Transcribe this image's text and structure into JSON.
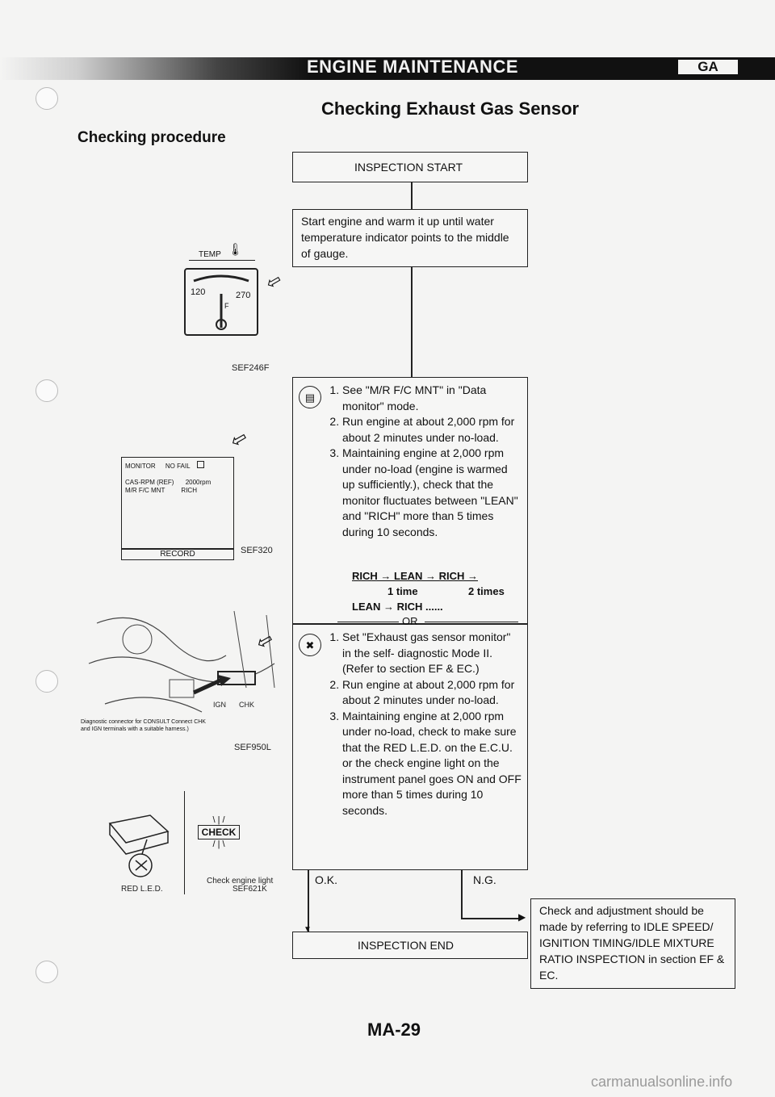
{
  "header": {
    "title": "ENGINE MAINTENANCE",
    "badge": "GA"
  },
  "section_title": "Checking Exhaust Gas Sensor",
  "subsection_title": "Checking procedure",
  "flow": {
    "start": "INSPECTION START",
    "warmup": "Start engine and warm it up until water temperature indicator points to the middle of gauge.",
    "consult_steps": [
      "See \"M/R F/C MNT\" in \"Data monitor\" mode.",
      "Run engine at about 2,000 rpm for about 2 minutes under no-load.",
      "Maintaining engine at 2,000 rpm under no-load (engine is warmed up sufficiently.), check that the monitor fluctuates between \"LEAN\" and \"RICH\" more than 5 times during 10 seconds."
    ],
    "cycle_line": "RICH → LEAN → RICH →",
    "cycle_one": "1 time",
    "cycle_two": "2 times",
    "cycle_last": "LEAN → RICH ......",
    "or_label": "OR",
    "ecu_steps": [
      "Set \"Exhaust gas sensor monitor\" in the self- diagnostic Mode II.",
      "(Refer to section EF & EC.)",
      "Run engine at about 2,000 rpm for about 2 minutes under no-load.",
      "Maintaining engine at 2,000 rpm under no-load, check to make sure that the RED L.E.D. on the E.C.U. or the check engine light on the instrument panel goes ON and OFF more than 5 times during 10 seconds."
    ],
    "ok_label": "O.K.",
    "ng_label": "N.G.",
    "end": "INSPECTION END",
    "ng_action": "Check and adjustment should be made by referring to IDLE SPEED/ IGNITION TIMING/IDLE MIXTURE RATIO INSPECTION in section EF & EC."
  },
  "figures": {
    "gauge": {
      "temp_label": "TEMP",
      "left_value": "120",
      "right_value": "270",
      "unit": "F",
      "code": "SEF246F"
    },
    "consult": {
      "monitor": "MONITOR",
      "no_fail": "NO FAIL",
      "row1_label": "CAS-RPM (REF)",
      "row1_value": "2000rpm",
      "row2_label": "M/R F/C MNT",
      "row2_value": "RICH",
      "button": "RECORD",
      "code": "SEF320"
    },
    "connector": {
      "ign": "IGN",
      "chk": "CHK",
      "caption": "Diagnostic connector for CONSULT Connect CHK and IGN terminals with a suitable harness.)",
      "code": "SEF950L"
    },
    "led": {
      "red_led": "RED L.E.D.",
      "check": "CHECK",
      "check_light": "Check engine light",
      "code": "SEF621K"
    }
  },
  "footer": {
    "page": "MA-29",
    "watermark": "carmanualsonline.info"
  }
}
